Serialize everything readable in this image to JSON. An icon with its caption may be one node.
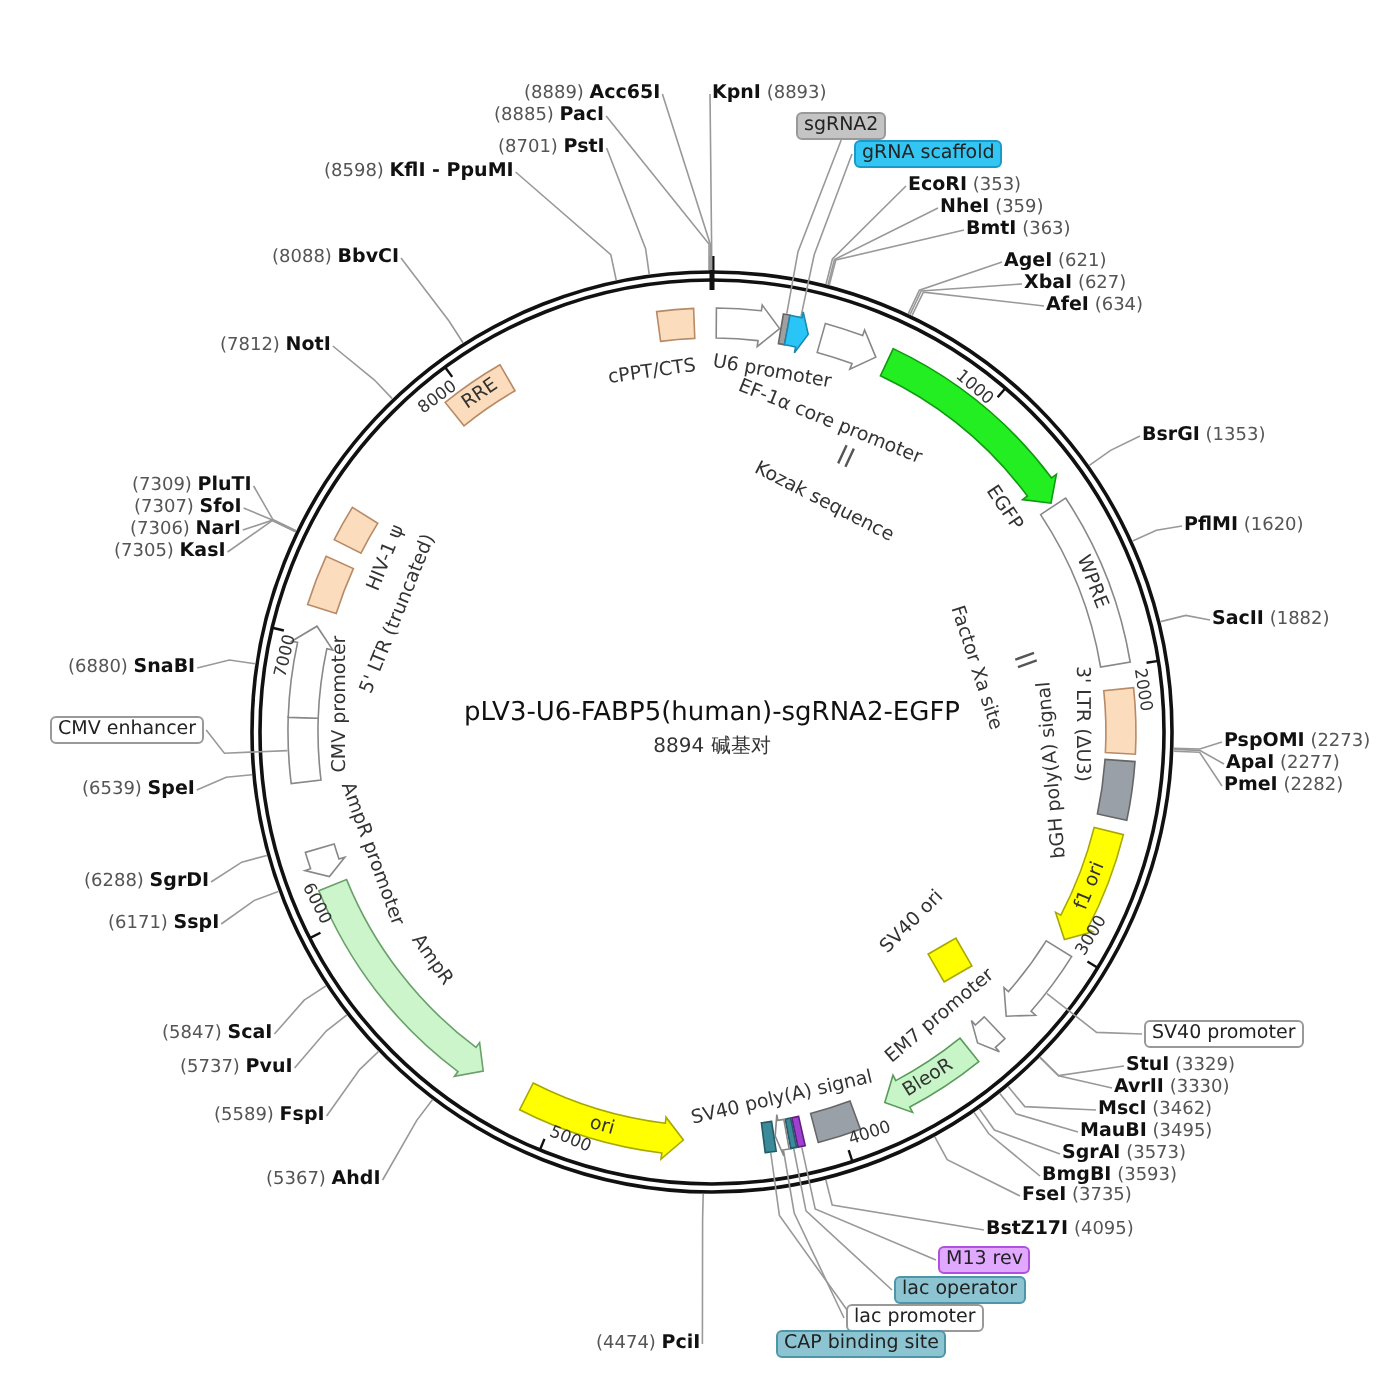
{
  "diagram": {
    "title": "pLV3-U6-FABP5(human)-sgRNA2-EGFP",
    "nodes": [
      {
        "text": [
          "**KpnI** (8893)"
        ]
      },
      {
        "text": [
          "sgRNA2"
        ]
      },
      {
        "text": [
          "gRNA scaffold"
        ]
      },
      {
        "text": [
          "**EcoRI** (353)"
        ]
      },
      {
        "text": [
          "**NheI** (359)"
        ]
      },
      {
        "text": [
          "**BmtI** (363)"
        ]
      },
      {
        "text": [
          "**AgeI** (621)"
        ]
      },
      {
        "text": [
          "**XbaI** (627)"
        ]
      },
      {
        "text": [
          "**AfeI** (634)"
        ]
      },
      {
        "text": [
          "**BsrGI** (1353)"
        ]
      },
      {
        "text": [
          "**PflMI** (1620)"
        ]
      },
      {
        "text": [
          "**SacII** (1882)"
        ]
      },
      {
        "text": [
          "**PspOMI** (2273)"
        ]
      },
      {
        "text": [
          "**ApaI** (2277)"
        ]
      },
      {
        "text": [
          "**PmeI** (2282)"
        ]
      },
      {
        "text": [
          "SV40 promoter"
        ]
      },
      {
        "text": [
          "**StuI** (3329)"
        ]
      },
      {
        "text": [
          "**AvrII** (3330)"
        ]
      },
      {
        "text": [
          "**MscI** (3462)"
        ]
      },
      {
        "text": [
          "**MauBI** (3495)"
        ]
      },
      {
        "text": [
          "**SgrAI** (3573)"
        ]
      },
      {
        "text": [
          "**BmgBI** (3593)"
        ]
      },
      {
        "text": [
          "**FseI** (3735)"
        ]
      },
      {
        "text": [
          "**BstZ17I** (4095)"
        ]
      },
      {
        "text": [
          "M13 rev"
        ]
      },
      {
        "text": [
          "lac operator"
        ]
      },
      {
        "text": [
          "lac promoter"
        ]
      },
      {
        "text": [
          "CAP binding site"
        ]
      },
      {
        "text": [
          "(4474) **PciI**"
        ]
      },
      {
        "text": [
          "(5367) **AhdI**"
        ]
      },
      {
        "text": [
          "(5589) **FspI**"
        ]
      },
      {
        "text": [
          "(5737) **PvuI**"
        ]
      },
      {
        "text": [
          "(5847) **ScaI**"
        ]
      },
      {
        "text": [
          "(6171) **SspI**"
        ]
      },
      {
        "text": [
          "(6288) **SgrDI**"
        ]
      },
      {
        "text": [
          "(6539) **SpeI**"
        ]
      },
      {
        "text": [
          "CMV enhancer"
        ]
      },
      {
        "text": [
          "(6880) **SnaBI**"
        ]
      },
      {
        "text": [
          "(7305) **KasI**"
        ]
      },
      {
        "text": [
          "(7306) **NarI**"
        ]
      },
      {
        "text": [
          "(7307) **SfoI**"
        ]
      },
      {
        "text": [
          "(7309) **PluTI**"
        ]
      },
      {
        "text": [
          "(7812) **NotI**"
        ]
      },
      {
        "text": [
          "(8088) **BbvCI**"
        ]
      },
      {
        "text": [
          "(8598) **KflI - PpuMI**"
        ]
      },
      {
        "text": [
          "(8701) **PstI**"
        ]
      },
      {
        "text": [
          "(8885) **PacI**"
        ]
      },
      {
        "text": [
          "(8889) **Acc65I**"
        ]
      },
      {
        "text": [
          "cPPT/CTS"
        ]
      },
      {
        "text": [
          "U6 promoter"
        ]
      },
      {
        "text": [],
        "shape": "box"
      },
      {
        "text": [],
        "shape": "arrow"
      },
      {
        "text": [
          "EF-1α core promoter"
        ]
      },
      {
        "text": [
          "Kozak sequence"
        ]
      },
      {
        "text": [
          "EGFP"
        ]
      },
      {
        "text": [
          "WPRE"
        ]
      },
      {
        "text": [
          "Factor Xa site"
        ]
      },
      {
        "text": [
          "3' LTR (ΔU3)"
        ]
      },
      {
        "text": [
          "bGH poly(A) signal"
        ]
      },
      {
        "text": [
          "f1 ori"
        ]
      },
      {
        "text": [
          "SV40 ori"
        ]
      },
      {
        "text": [],
        "shape": "arrow"
      },
      {
        "text": [
          "EM7 promoter"
        ]
      },
      {
        "text": [
          "BleoR"
        ]
      },
      {
        "text": [
          "SV40 poly(A) signal"
        ]
      },
      {
        "text": [],
        "shape": "box"
      },
      {
        "text": [],
        "shape": "box"
      },
      {
        "text": [],
        "shape": "arrow"
      },
      {
        "text": [],
        "shape": "box"
      },
      {
        "text": [
          "ori"
        ]
      },
      {
        "text": [
          "AmpR"
        ]
      },
      {
        "text": [
          "AmpR promoter"
        ]
      },
      {
        "text": [],
        "shape": "box"
      },
      {
        "text": [
          "CMV promoter"
        ]
      },
      {
        "text": [
          "5' LTR (truncated)"
        ]
      },
      {
        "text": [
          "HIV-1 ψ"
        ]
      },
      {
        "text": [
          "RRE"
        ]
      }
    ],
    "edges": [
      {
        "from": 0,
        "to": null,
        "arrow": "none"
      },
      {
        "from": 1,
        "to": 50,
        "arrow": "none"
      },
      {
        "from": 2,
        "to": 51,
        "arrow": "none"
      },
      {
        "from": 3,
        "to": null,
        "arrow": "none"
      },
      {
        "from": 4,
        "to": null,
        "arrow": "none"
      },
      {
        "from": 5,
        "to": null,
        "arrow": "none"
      },
      {
        "from": 6,
        "to": null,
        "arrow": "none"
      },
      {
        "from": 7,
        "to": null,
        "arrow": "none"
      },
      {
        "from": 8,
        "to": null,
        "arrow": "none"
      },
      {
        "from": 9,
        "to": null,
        "arrow": "none"
      },
      {
        "from": 10,
        "to": null,
        "arrow": "none"
      },
      {
        "from": 11,
        "to": null,
        "arrow": "none"
      },
      {
        "from": 12,
        "to": null,
        "arrow": "none"
      },
      {
        "from": 13,
        "to": null,
        "arrow": "none"
      },
      {
        "from": 14,
        "to": null,
        "arrow": "none"
      },
      {
        "from": 15,
        "to": 61,
        "arrow": "none"
      },
      {
        "from": 16,
        "to": null,
        "arrow": "none"
      },
      {
        "from": 17,
        "to": null,
        "arrow": "none"
      },
      {
        "from": 18,
        "to": null,
        "arrow": "none"
      },
      {
        "from": 19,
        "to": null,
        "arrow": "none"
      },
      {
        "from": 20,
        "to": null,
        "arrow": "none"
      },
      {
        "from": 21,
        "to": null,
        "arrow": "none"
      },
      {
        "from": 22,
        "to": null,
        "arrow": "none"
      },
      {
        "from": 23,
        "to": null,
        "arrow": "none"
      },
      {
        "from": 24,
        "to": 65,
        "arrow": "none"
      },
      {
        "from": 25,
        "to": 66,
        "arrow": "none"
      },
      {
        "from": 26,
        "to": 67,
        "arrow": "none"
      },
      {
        "from": 27,
        "to": 68,
        "arrow": "none"
      },
      {
        "from": 28,
        "to": null,
        "arrow": "none"
      },
      {
        "from": 29,
        "to": null,
        "arrow": "none"
      },
      {
        "from": 30,
        "to": null,
        "arrow": "none"
      },
      {
        "from": 31,
        "to": null,
        "arrow": "none"
      },
      {
        "from": 32,
        "to": null,
        "arrow": "none"
      },
      {
        "from": 33,
        "to": null,
        "arrow": "none"
      },
      {
        "from": 34,
        "to": null,
        "arrow": "none"
      },
      {
        "from": 35,
        "to": null,
        "arrow": "none"
      },
      {
        "from": 36,
        "to": 72,
        "arrow": "none"
      },
      {
        "from": 37,
        "to": null,
        "arrow": "none"
      },
      {
        "from": 38,
        "to": null,
        "arrow": "none"
      },
      {
        "from": 39,
        "to": null,
        "arrow": "none"
      },
      {
        "from": 40,
        "to": null,
        "arrow": "none"
      },
      {
        "from": 41,
        "to": null,
        "arrow": "none"
      },
      {
        "from": 42,
        "to": null,
        "arrow": "none"
      },
      {
        "from": 43,
        "to": null,
        "arrow": "none"
      },
      {
        "from": 44,
        "to": null,
        "arrow": "none"
      },
      {
        "from": 45,
        "to": null,
        "arrow": "none"
      },
      {
        "from": 46,
        "to": null,
        "arrow": "none"
      },
      {
        "from": 47,
        "to": null,
        "arrow": "none"
      }
    ],
    "labels": [
      "8894 碱基对",
      "1000",
      "2000",
      "3000",
      "4000",
      "5000",
      "6000",
      "7000",
      "8000"
    ]
  }
}
